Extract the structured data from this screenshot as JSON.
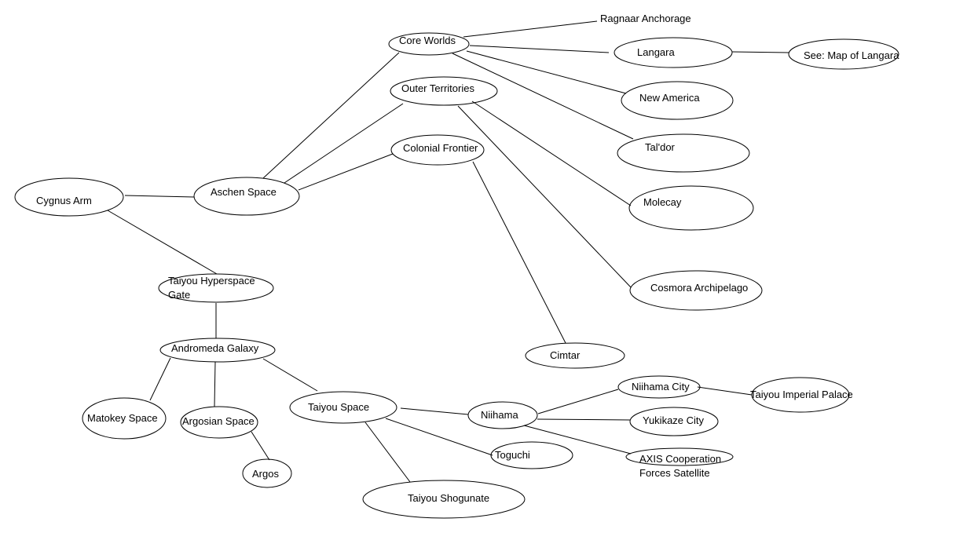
{
  "diagram": {
    "type": "tree-map",
    "colors": {
      "stroke": "#000000",
      "background": "#ffffff",
      "text": "#000000"
    },
    "nodes": [
      {
        "id": "cygnus-arm",
        "label": "Cygnus Arm"
      },
      {
        "id": "aschen-space",
        "label": "Aschen Space"
      },
      {
        "id": "core-worlds",
        "label": "Core Worlds"
      },
      {
        "id": "outer-territories",
        "label": "Outer Territories"
      },
      {
        "id": "colonial-frontier",
        "label": "Colonial Frontier"
      },
      {
        "id": "ragnaar-anchorage",
        "label": "Ragnaar Anchorage"
      },
      {
        "id": "langara",
        "label": "Langara"
      },
      {
        "id": "see-map-of-langara",
        "label": "See: Map of Langara"
      },
      {
        "id": "new-america",
        "label": "New America"
      },
      {
        "id": "taldor",
        "label": "Tal'dor"
      },
      {
        "id": "molecay",
        "label": "Molecay"
      },
      {
        "id": "cosmora-archipelago",
        "label": "Cosmora Archipelago"
      },
      {
        "id": "cimtar",
        "label": "Cimtar"
      },
      {
        "id": "taiyou-hyperspace-gate",
        "label": "Taiyou Hyperspace",
        "label2": "Gate"
      },
      {
        "id": "andromeda-galaxy",
        "label": "Andromeda Galaxy"
      },
      {
        "id": "matokey-space",
        "label": "Matokey Space"
      },
      {
        "id": "argosian-space",
        "label": "Argosian Space"
      },
      {
        "id": "argos",
        "label": "Argos"
      },
      {
        "id": "taiyou-space",
        "label": "Taiyou Space"
      },
      {
        "id": "niihama",
        "label": "Niihama"
      },
      {
        "id": "toguchi",
        "label": "Toguchi"
      },
      {
        "id": "taiyou-shogunate",
        "label": "Taiyou Shogunate"
      },
      {
        "id": "niihama-city",
        "label": "Niihama City"
      },
      {
        "id": "yukikaze-city",
        "label": "Yukikaze City"
      },
      {
        "id": "axis-cooperation-forces-satellite",
        "label": "AXIS Cooperation",
        "label2": "Forces Satellite"
      },
      {
        "id": "taiyou-imperial-palace",
        "label": "Taiyou Imperial Palace"
      }
    ],
    "edges": [
      [
        "cygnus-arm",
        "aschen-space"
      ],
      [
        "cygnus-arm",
        "taiyou-hyperspace-gate"
      ],
      [
        "aschen-space",
        "core-worlds"
      ],
      [
        "aschen-space",
        "outer-territories"
      ],
      [
        "aschen-space",
        "colonial-frontier"
      ],
      [
        "core-worlds",
        "ragnaar-anchorage"
      ],
      [
        "core-worlds",
        "langara"
      ],
      [
        "core-worlds",
        "new-america"
      ],
      [
        "core-worlds",
        "taldor"
      ],
      [
        "langara",
        "see-map-of-langara"
      ],
      [
        "outer-territories",
        "molecay"
      ],
      [
        "outer-territories",
        "cosmora-archipelago"
      ],
      [
        "colonial-frontier",
        "cimtar"
      ],
      [
        "taiyou-hyperspace-gate",
        "andromeda-galaxy"
      ],
      [
        "andromeda-galaxy",
        "matokey-space"
      ],
      [
        "andromeda-galaxy",
        "argosian-space"
      ],
      [
        "andromeda-galaxy",
        "taiyou-space"
      ],
      [
        "argosian-space",
        "argos"
      ],
      [
        "taiyou-space",
        "niihama"
      ],
      [
        "taiyou-space",
        "toguchi"
      ],
      [
        "taiyou-space",
        "taiyou-shogunate"
      ],
      [
        "niihama",
        "niihama-city"
      ],
      [
        "niihama",
        "yukikaze-city"
      ],
      [
        "niihama",
        "axis-cooperation-forces-satellite"
      ],
      [
        "niihama-city",
        "taiyou-imperial-palace"
      ]
    ]
  }
}
